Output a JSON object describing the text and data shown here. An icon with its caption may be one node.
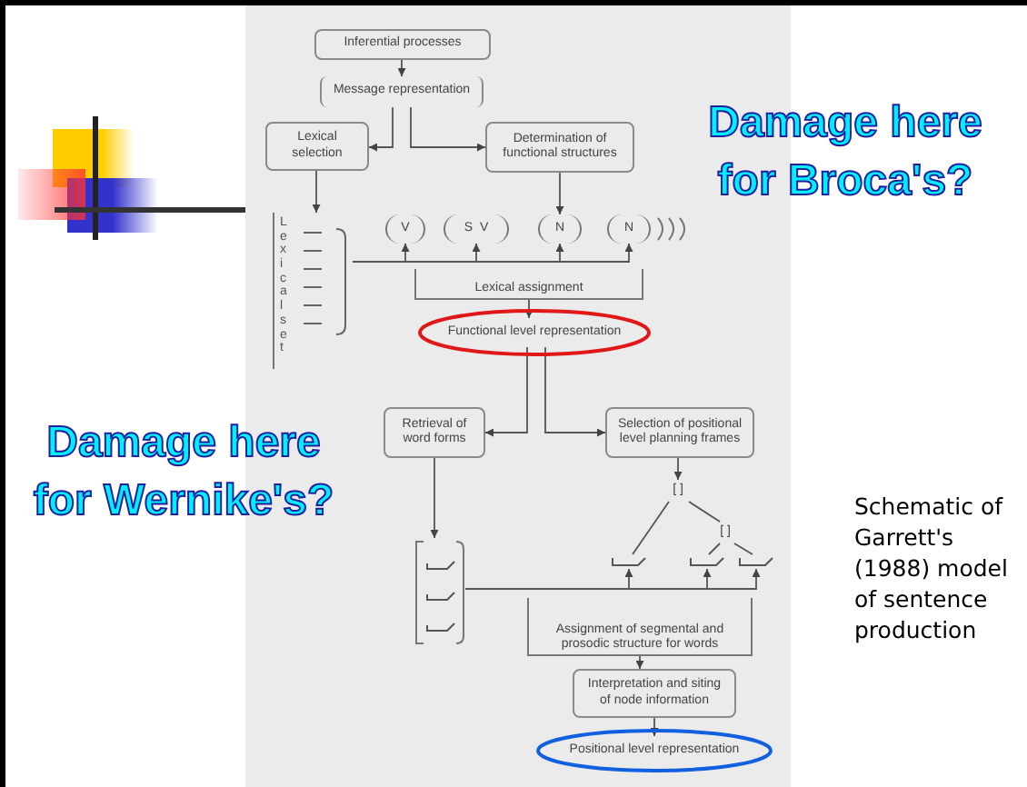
{
  "diagram": {
    "caption": "Schematic of Garrett's (1988) model of sentence production",
    "nodes": [
      {
        "text": [
          "Inferential processes"
        ]
      },
      {
        "text": [
          "Message representation"
        ]
      },
      {
        "text": [
          "Lexical selection"
        ]
      },
      {
        "text": [
          "Determination of functional structures"
        ]
      },
      {
        "text": [
          "Lexical set"
        ]
      },
      {
        "text": [
          "V"
        ]
      },
      {
        "text": [
          "S",
          "V"
        ]
      },
      {
        "text": [
          "N"
        ]
      },
      {
        "text": [
          "N"
        ]
      },
      {
        "text": [
          "Lexical assignment"
        ]
      },
      {
        "text": [
          "Functional level representation"
        ]
      },
      {
        "text": [
          "Retrieval of word forms"
        ]
      },
      {
        "text": [
          "Selection of positional level planning frames"
        ]
      },
      {
        "text": [
          "[ ]"
        ]
      },
      {
        "text": [
          "[ ]"
        ]
      },
      {
        "text": [],
        "shape": "bar"
      },
      {
        "text": [],
        "shape": "bar"
      },
      {
        "text": [],
        "shape": "bar"
      },
      {
        "text": [],
        "shape": "box"
      },
      {
        "text": [
          "Assignment of segmental and prosodic structure for words"
        ]
      },
      {
        "text": [
          "Interpretation and siting of node information"
        ]
      },
      {
        "text": [
          "Positional level representation"
        ]
      }
    ],
    "edges": [
      {
        "from": 0,
        "to": 1,
        "arrow": "to"
      },
      {
        "from": 1,
        "to": 2,
        "arrow": "to"
      },
      {
        "from": 1,
        "to": 3,
        "arrow": "to"
      },
      {
        "from": 2,
        "to": 4,
        "arrow": "to"
      },
      {
        "from": 4,
        "to": 5,
        "arrow": "to"
      },
      {
        "from": 4,
        "to": 6,
        "arrow": "to"
      },
      {
        "from": 4,
        "to": 7,
        "arrow": "to"
      },
      {
        "from": 4,
        "to": 8,
        "arrow": "to"
      },
      {
        "from": 3,
        "to": 7,
        "arrow": "to"
      },
      {
        "from": 9,
        "to": 10,
        "arrow": "to"
      },
      {
        "from": 10,
        "to": 11,
        "arrow": "to"
      },
      {
        "from": 10,
        "to": 12,
        "arrow": "to"
      },
      {
        "from": 11,
        "to": 18,
        "arrow": "to"
      },
      {
        "from": 12,
        "to": 13,
        "arrow": "to"
      },
      {
        "from": 13,
        "to": 15,
        "arrow": "none"
      },
      {
        "from": 13,
        "to": 14,
        "arrow": "none"
      },
      {
        "from": 14,
        "to": 16,
        "arrow": "none"
      },
      {
        "from": 14,
        "to": 17,
        "arrow": "none"
      },
      {
        "from": 18,
        "to": 15,
        "arrow": "to"
      },
      {
        "from": 18,
        "to": 16,
        "arrow": "to"
      },
      {
        "from": 18,
        "to": 17,
        "arrow": "to"
      },
      {
        "from": 19,
        "to": 20,
        "arrow": "to"
      },
      {
        "from": 20,
        "to": 21,
        "arrow": "to"
      }
    ],
    "labels": [
      "Damage here for Broca's?",
      "Damage here for Wernike's?"
    ]
  }
}
